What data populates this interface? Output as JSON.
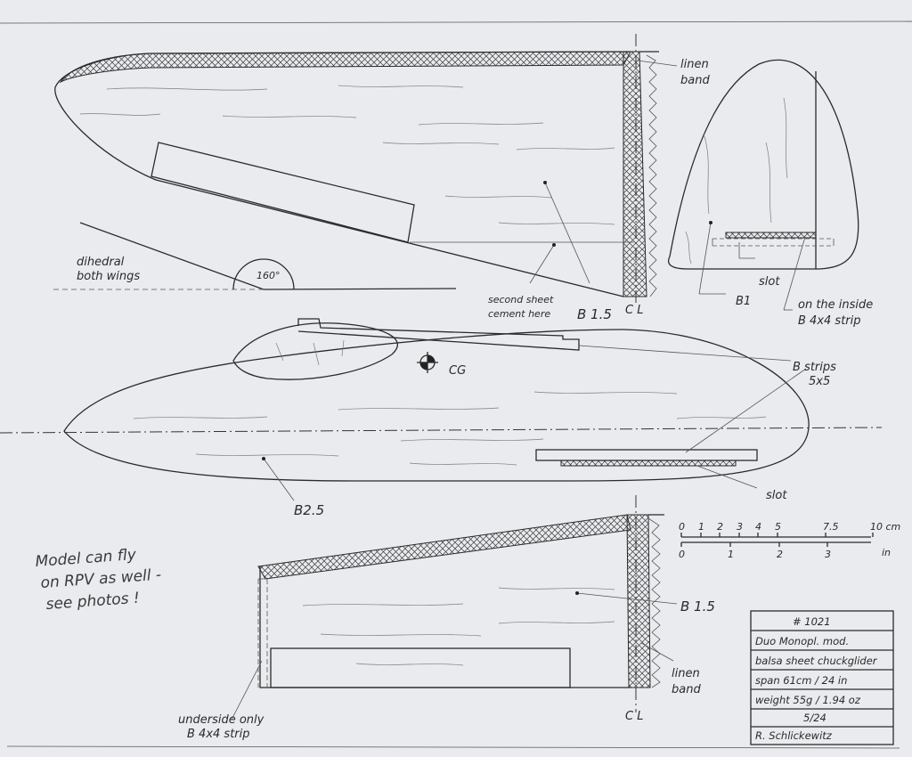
{
  "labels": {
    "linen_band_top": [
      "linen",
      "band"
    ],
    "dihedral": [
      "dihedral",
      "both wings"
    ],
    "angle": "160°",
    "second_sheet": [
      "second sheet",
      "cement here"
    ],
    "b15_top": "B 1.5",
    "cl_top": "C L",
    "slot_fin": "slot",
    "b1": "B1",
    "inside_strip": [
      "on the inside",
      "B 4x4 strip"
    ],
    "cg": "CG",
    "b_strips": [
      "B strips",
      "5x5"
    ],
    "slot_fuse": "slot",
    "b25": "B2.5",
    "b15_bottom": "B 1.5",
    "linen_band_bottom": [
      "linen",
      "band"
    ],
    "cl_bottom": "C L",
    "underside": [
      "underside only",
      "B 4x4 strip"
    ]
  },
  "note": [
    "Model can fly",
    "on RPV as well -",
    "see photos !"
  ],
  "scale": {
    "cm_ticks": [
      "0",
      "1",
      "2",
      "3",
      "4",
      "5",
      "7.5",
      "10 cm"
    ],
    "in_ticks": [
      "0",
      "1",
      "2",
      "3"
    ],
    "in_unit": "in"
  },
  "title_block": {
    "number": "# 1021",
    "lines": [
      "Duo Monopl. mod.",
      "balsa sheet chuckglider",
      "span 61cm / 24 in",
      "weight 55g / 1.94 oz",
      "5/24"
    ],
    "author": "R. Schlickewitz"
  }
}
